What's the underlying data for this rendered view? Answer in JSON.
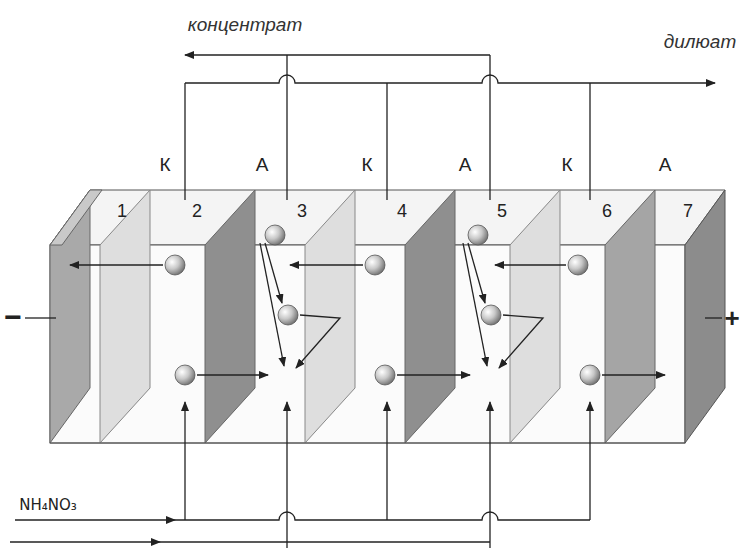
{
  "diagram": {
    "labels": [
      "концентрат",
      "дилюат",
      "К",
      "А",
      "К",
      "А",
      "К",
      "А",
      "1",
      "2",
      "3",
      "4",
      "5",
      "6",
      "7",
      "−",
      "+",
      "NH₄NO₃"
    ]
  }
}
